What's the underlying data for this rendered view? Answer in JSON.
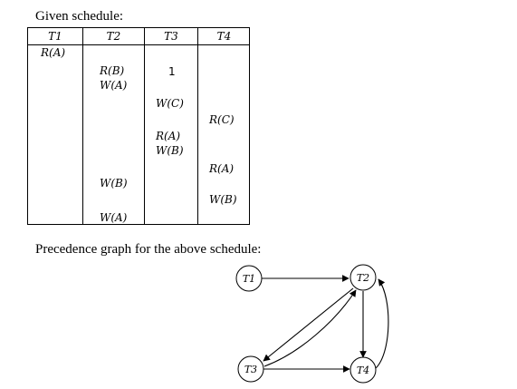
{
  "captions": {
    "schedule": "Given schedule:",
    "graph": "Precedence graph for the above schedule:"
  },
  "schedule": {
    "headers": [
      "T1",
      "T2",
      "T3",
      "T4"
    ],
    "ops": {
      "t1": [
        "R(A)"
      ],
      "t2": [
        "R(B)",
        "W(A)",
        "W(B)",
        "W(A)"
      ],
      "t3": [
        "1",
        "W(C)",
        "R(A)",
        "W(B)"
      ],
      "t4": [
        "R(C)",
        "R(A)",
        "W(B)"
      ]
    }
  },
  "graph": {
    "nodes": [
      "T1",
      "T2",
      "T3",
      "T4"
    ],
    "edges": [
      {
        "from": "T1",
        "to": "T2"
      },
      {
        "from": "T2",
        "to": "T3"
      },
      {
        "from": "T3",
        "to": "T2"
      },
      {
        "from": "T2",
        "to": "T4"
      },
      {
        "from": "T3",
        "to": "T4"
      },
      {
        "from": "T4",
        "to": "T2"
      }
    ]
  }
}
